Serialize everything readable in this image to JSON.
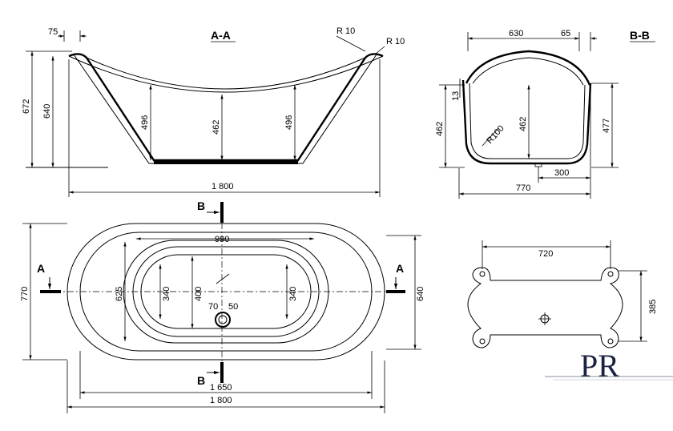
{
  "section_aa": {
    "title": "A-A",
    "dims": [
      "75",
      "R 10",
      "R 10",
      "672",
      "640",
      "496",
      "462",
      "496",
      "1 800"
    ]
  },
  "section_bb": {
    "title": "B-B",
    "dims": [
      "630",
      "65",
      "13",
      "462",
      "R100",
      "462",
      "477",
      "300",
      "770"
    ]
  },
  "plan": {
    "cut_labels": [
      "B",
      "B",
      "A",
      "A"
    ],
    "dims": [
      "990",
      "770",
      "625",
      "340",
      "400",
      "340",
      "640",
      "70",
      "50",
      "1 650",
      "1 800"
    ]
  },
  "base": {
    "dims": [
      "720",
      "385"
    ]
  },
  "logo": {
    "letters": "PR"
  }
}
